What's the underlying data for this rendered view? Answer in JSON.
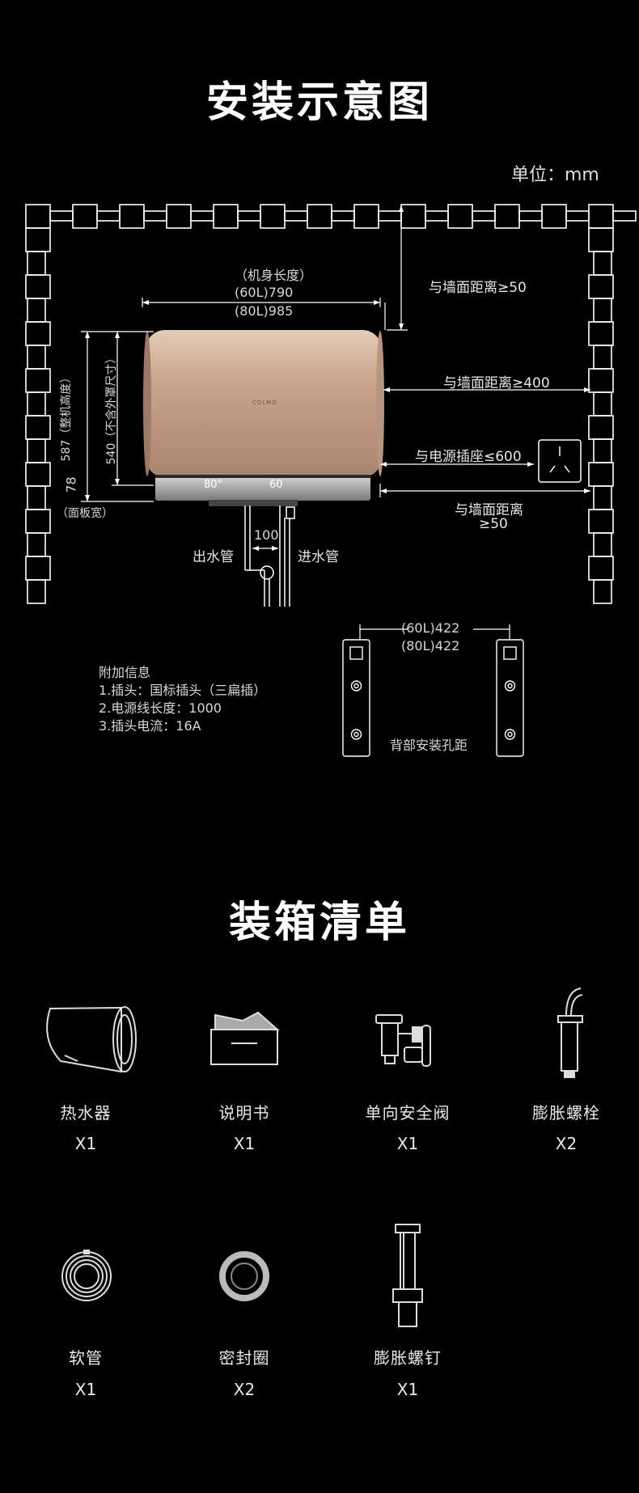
{
  "install": {
    "title": "安装示意图",
    "unit": "单位：mm",
    "body_length_label": "（机身长度）",
    "len_60": "(60L)790",
    "len_80": "(80L)985",
    "wall_top": "与墙面距离≥50",
    "wall_right": "与墙面距离≥400",
    "socket_dist": "与电源插座≤600",
    "wall_bottom_1": "与墙面距离",
    "wall_bottom_2": "≥50",
    "height_total": "587（整机高度）",
    "height_body": "540（不含外罩尺寸）",
    "panel_height": "78",
    "panel_label": "（面板宽）",
    "pipe_gap": "100",
    "outlet": "出水管",
    "inlet": "进水管",
    "display_left": "80°",
    "display_right": "60",
    "brand": "COLMO",
    "hole_60": "(60L)422",
    "hole_80": "(80L)422",
    "hole_label": "背部安装孔距"
  },
  "extra": {
    "title": "附加信息",
    "lines": [
      "1.插头：国标插头（三扁插）",
      "2.电源线长度：1000",
      "3.插头电流：16A"
    ]
  },
  "packing": {
    "title": "装箱清单",
    "items": [
      {
        "name": "热水器",
        "qty": "X1",
        "icon": "water-heater-icon"
      },
      {
        "name": "说明书",
        "qty": "X1",
        "icon": "manual-icon"
      },
      {
        "name": "单向安全阀",
        "qty": "X1",
        "icon": "safety-valve-icon"
      },
      {
        "name": "膨胀螺栓",
        "qty": "X2",
        "icon": "expansion-bolt-icon"
      },
      {
        "name": "软管",
        "qty": "X1",
        "icon": "hose-icon"
      },
      {
        "name": "密封圈",
        "qty": "X2",
        "icon": "seal-ring-icon"
      },
      {
        "name": "膨胀螺钉",
        "qty": "X1",
        "icon": "expansion-screw-icon"
      }
    ]
  },
  "colors": {
    "background": "#000000",
    "heater_gold": "#c9a58c",
    "line": "#ffffff"
  }
}
